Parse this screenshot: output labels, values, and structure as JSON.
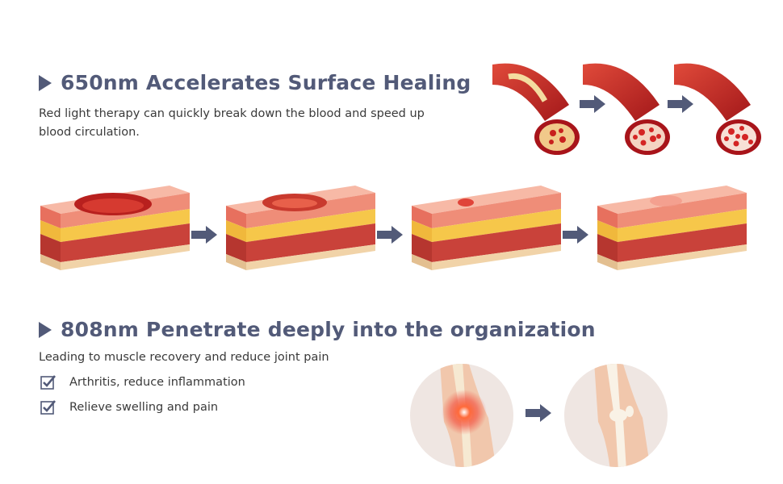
{
  "section1": {
    "title": "650nm Accelerates Surface Healing",
    "description_line1": "Red light therapy can quickly break down the blood and speed up",
    "description_line2": "blood circulation."
  },
  "section2": {
    "title": "808nm Penetrate deeply into the organization",
    "description": "Leading to muscle recovery and reduce joint pain",
    "checklist": [
      {
        "label": "Arthritis, reduce inflammation"
      },
      {
        "label": "Relieve swelling and pain"
      }
    ]
  },
  "colors": {
    "heading": "#525a78",
    "arrow": "#525a78",
    "blood": "#c81e1e",
    "skin": "#f2a38a",
    "fat": "#f4c63a"
  }
}
